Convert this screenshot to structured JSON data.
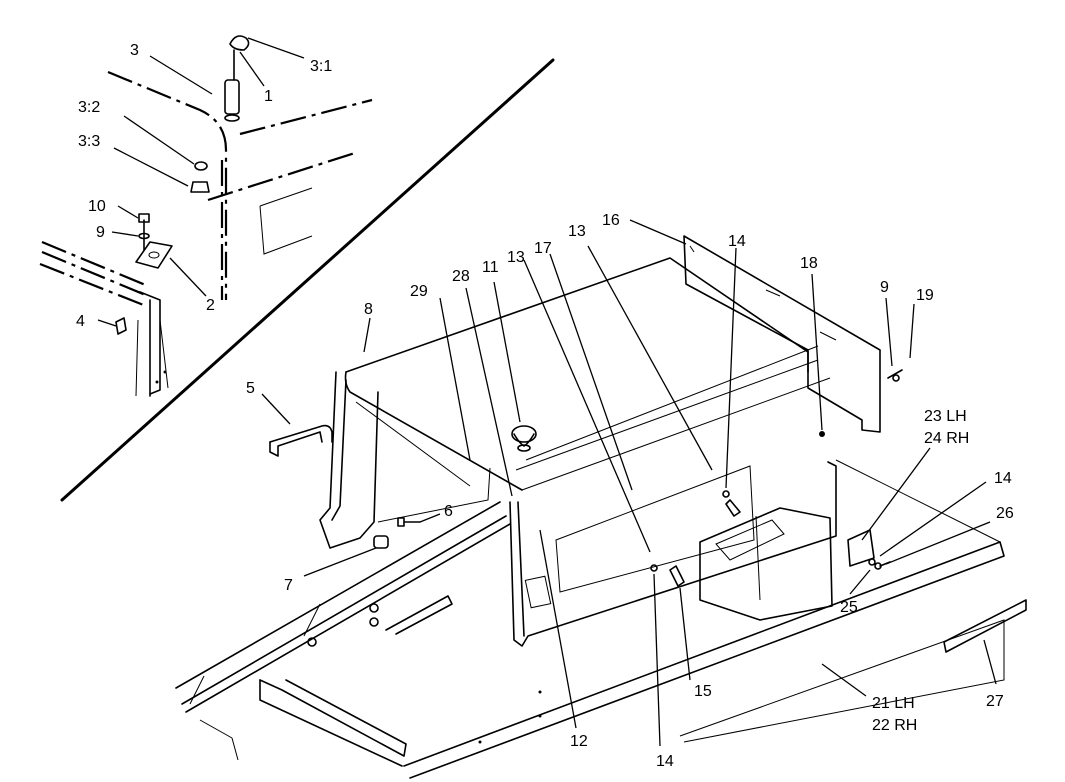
{
  "callouts": {
    "c_3": "3",
    "c_3_1": "3:1",
    "c_1": "1",
    "c_3_2": "3:2",
    "c_3_3": "3:3",
    "c_10": "10",
    "c_9a": "9",
    "c_2": "2",
    "c_4": "4",
    "c_16": "16",
    "c_13a": "13",
    "c_14a": "14",
    "c_29": "29",
    "c_28": "28",
    "c_11": "11",
    "c_13b": "13",
    "c_17": "17",
    "c_18": "18",
    "c_9b": "9",
    "c_19": "19",
    "c_8": "8",
    "c_5": "5",
    "c_23": "23 LH",
    "c_24": "24 RH",
    "c_14b": "14",
    "c_26": "26",
    "c_6": "6",
    "c_7": "7",
    "c_25": "25",
    "c_15": "15",
    "c_12": "12",
    "c_14c": "14",
    "c_21": "21 LH",
    "c_22": "22 RH",
    "c_27": "27"
  },
  "icons": {
    "inset": "detail-inset",
    "hood": "hood-panel",
    "frame": "frame-rails"
  }
}
